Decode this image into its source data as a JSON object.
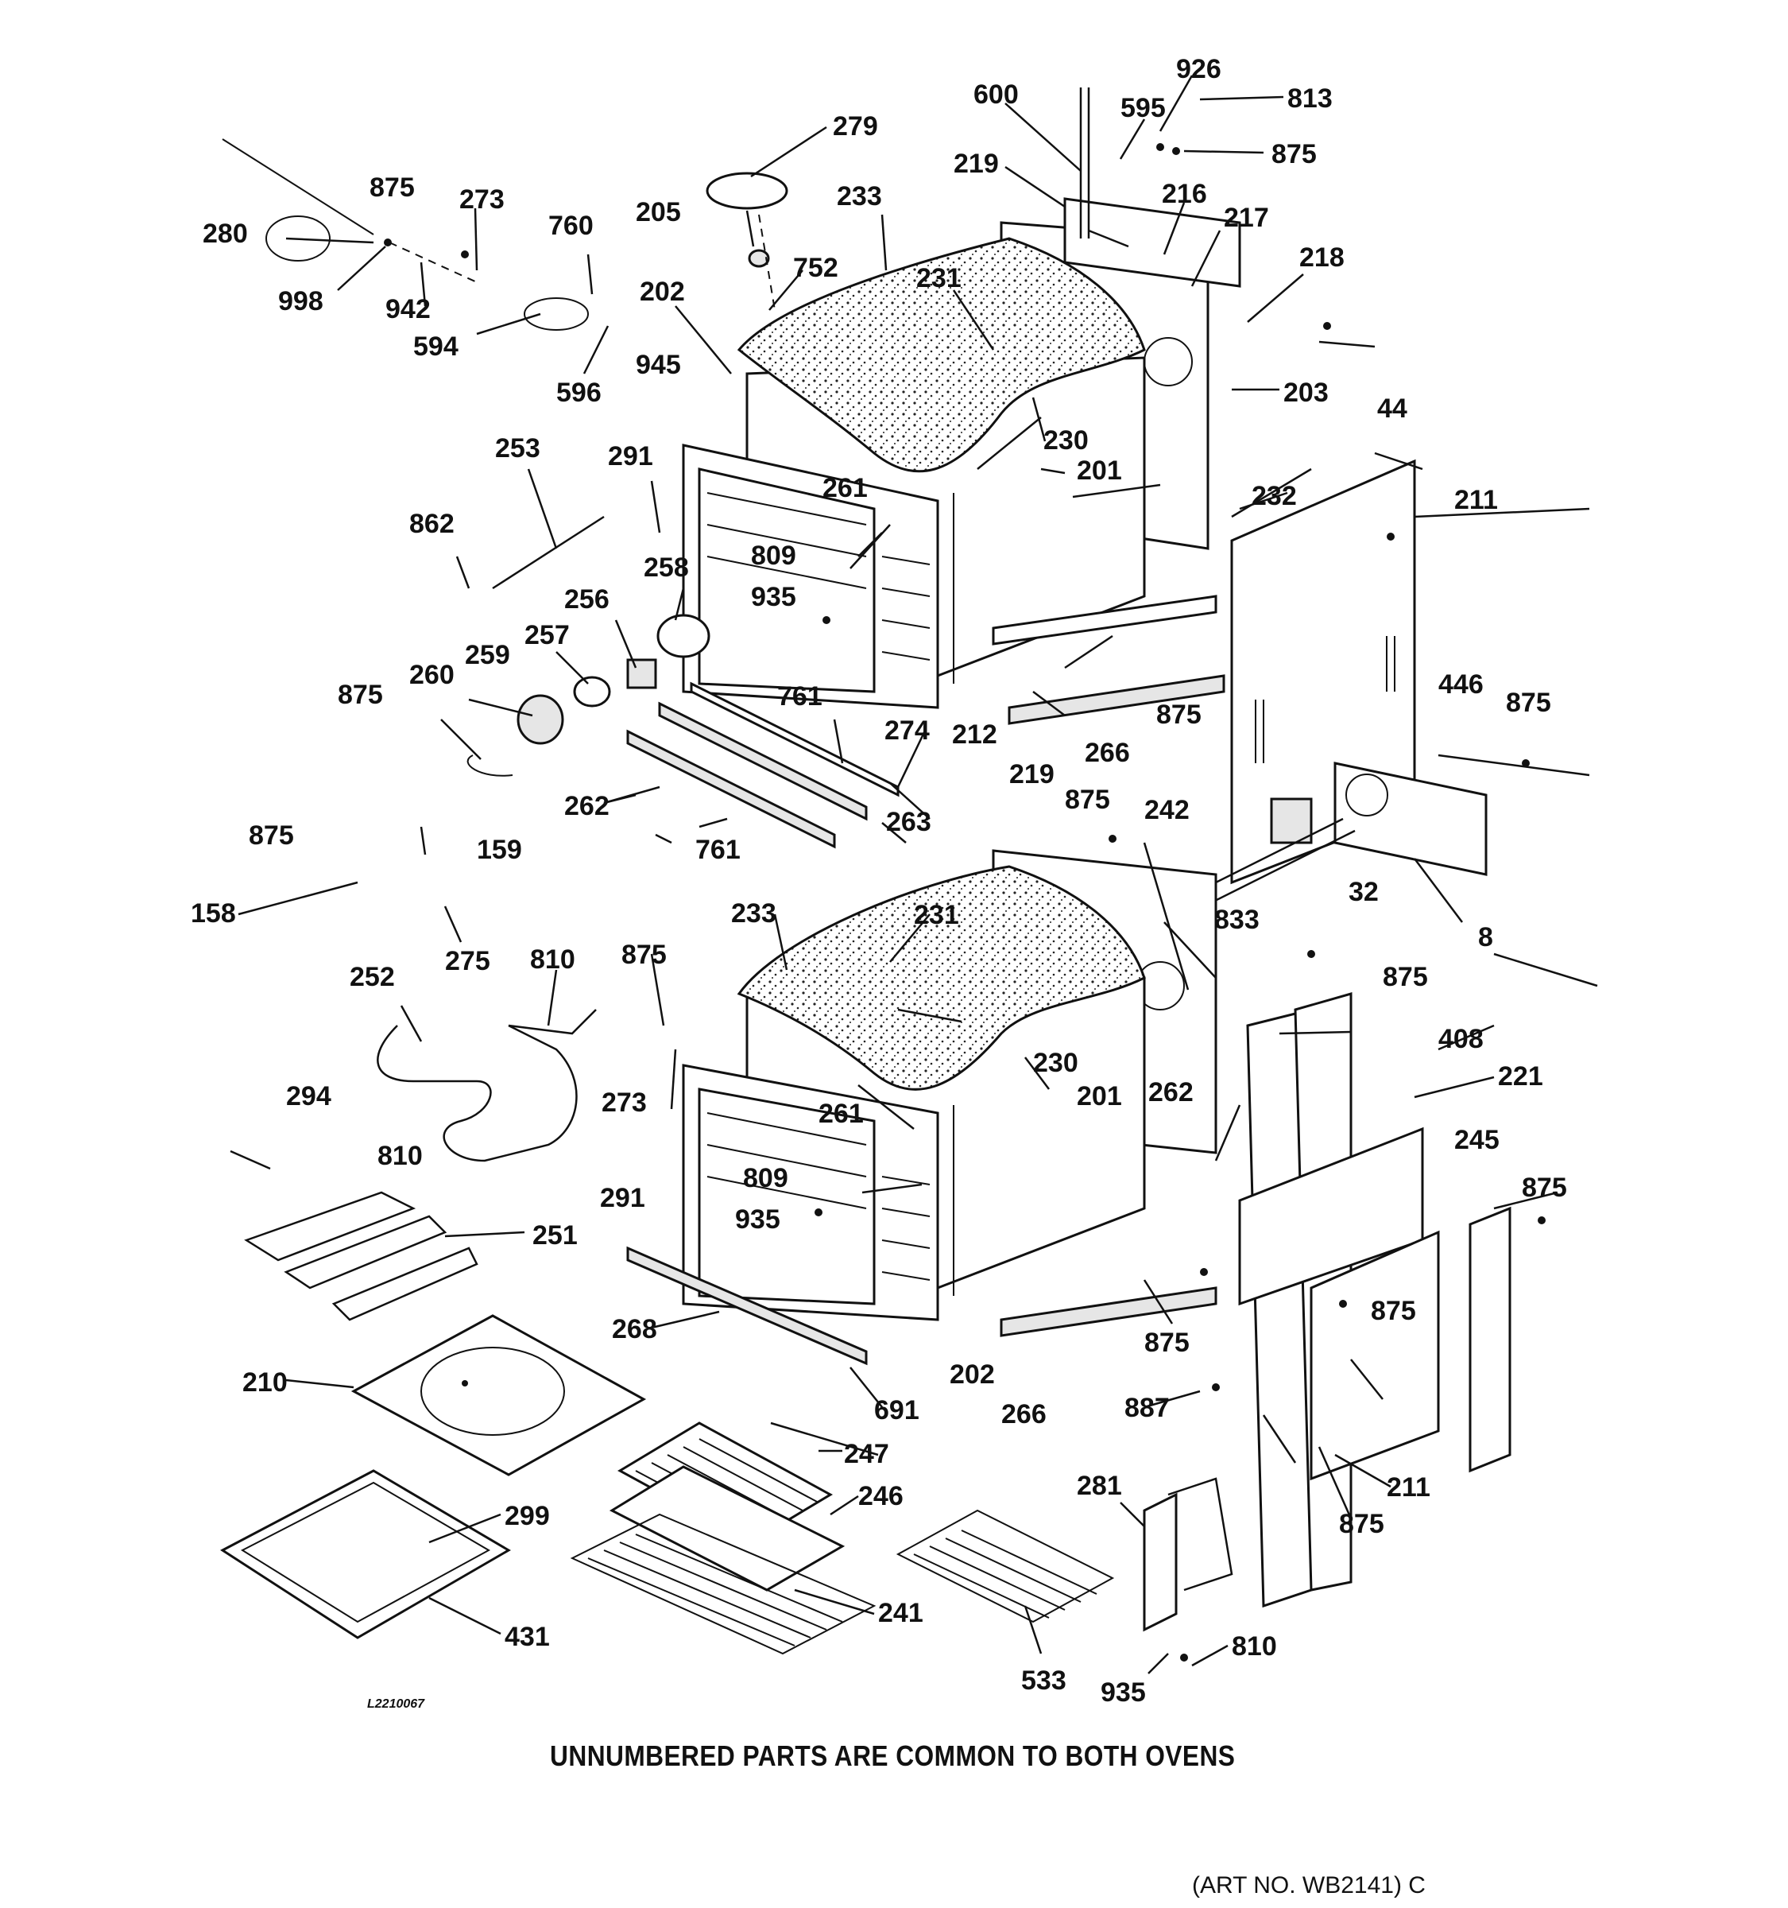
{
  "caption": "UNNUMBERED PARTS ARE COMMON TO BOTH OVENS",
  "art_number": "(ART NO. WB2141) C",
  "drawing_number": "L2210067",
  "part_labels": [
    "279",
    "600",
    "926",
    "813",
    "595",
    "875",
    "219",
    "216",
    "217",
    "218",
    "233",
    "205",
    "752",
    "231",
    "202",
    "945",
    "230",
    "203",
    "44",
    "201",
    "232",
    "211",
    "280",
    "875",
    "273",
    "760",
    "998",
    "942",
    "594",
    "596",
    "253",
    "291",
    "261",
    "809",
    "935",
    "862",
    "258",
    "256",
    "257",
    "259",
    "260",
    "875",
    "761",
    "274",
    "212",
    "266",
    "875",
    "446",
    "875",
    "262",
    "263",
    "761",
    "219",
    "875",
    "242",
    "32",
    "833",
    "8",
    "159",
    "875",
    "158",
    "275",
    "252",
    "810",
    "875",
    "233",
    "231",
    "875",
    "408",
    "230",
    "201",
    "262",
    "221",
    "294",
    "273",
    "261",
    "245",
    "875",
    "810",
    "291",
    "809",
    "935",
    "251",
    "875",
    "268",
    "202",
    "266",
    "875",
    "887",
    "210",
    "691",
    "247",
    "281",
    "211",
    "875",
    "246",
    "299",
    "241",
    "431",
    "533",
    "810",
    "935"
  ],
  "colors": {
    "ink": "#111111",
    "paper": "#ffffff"
  }
}
